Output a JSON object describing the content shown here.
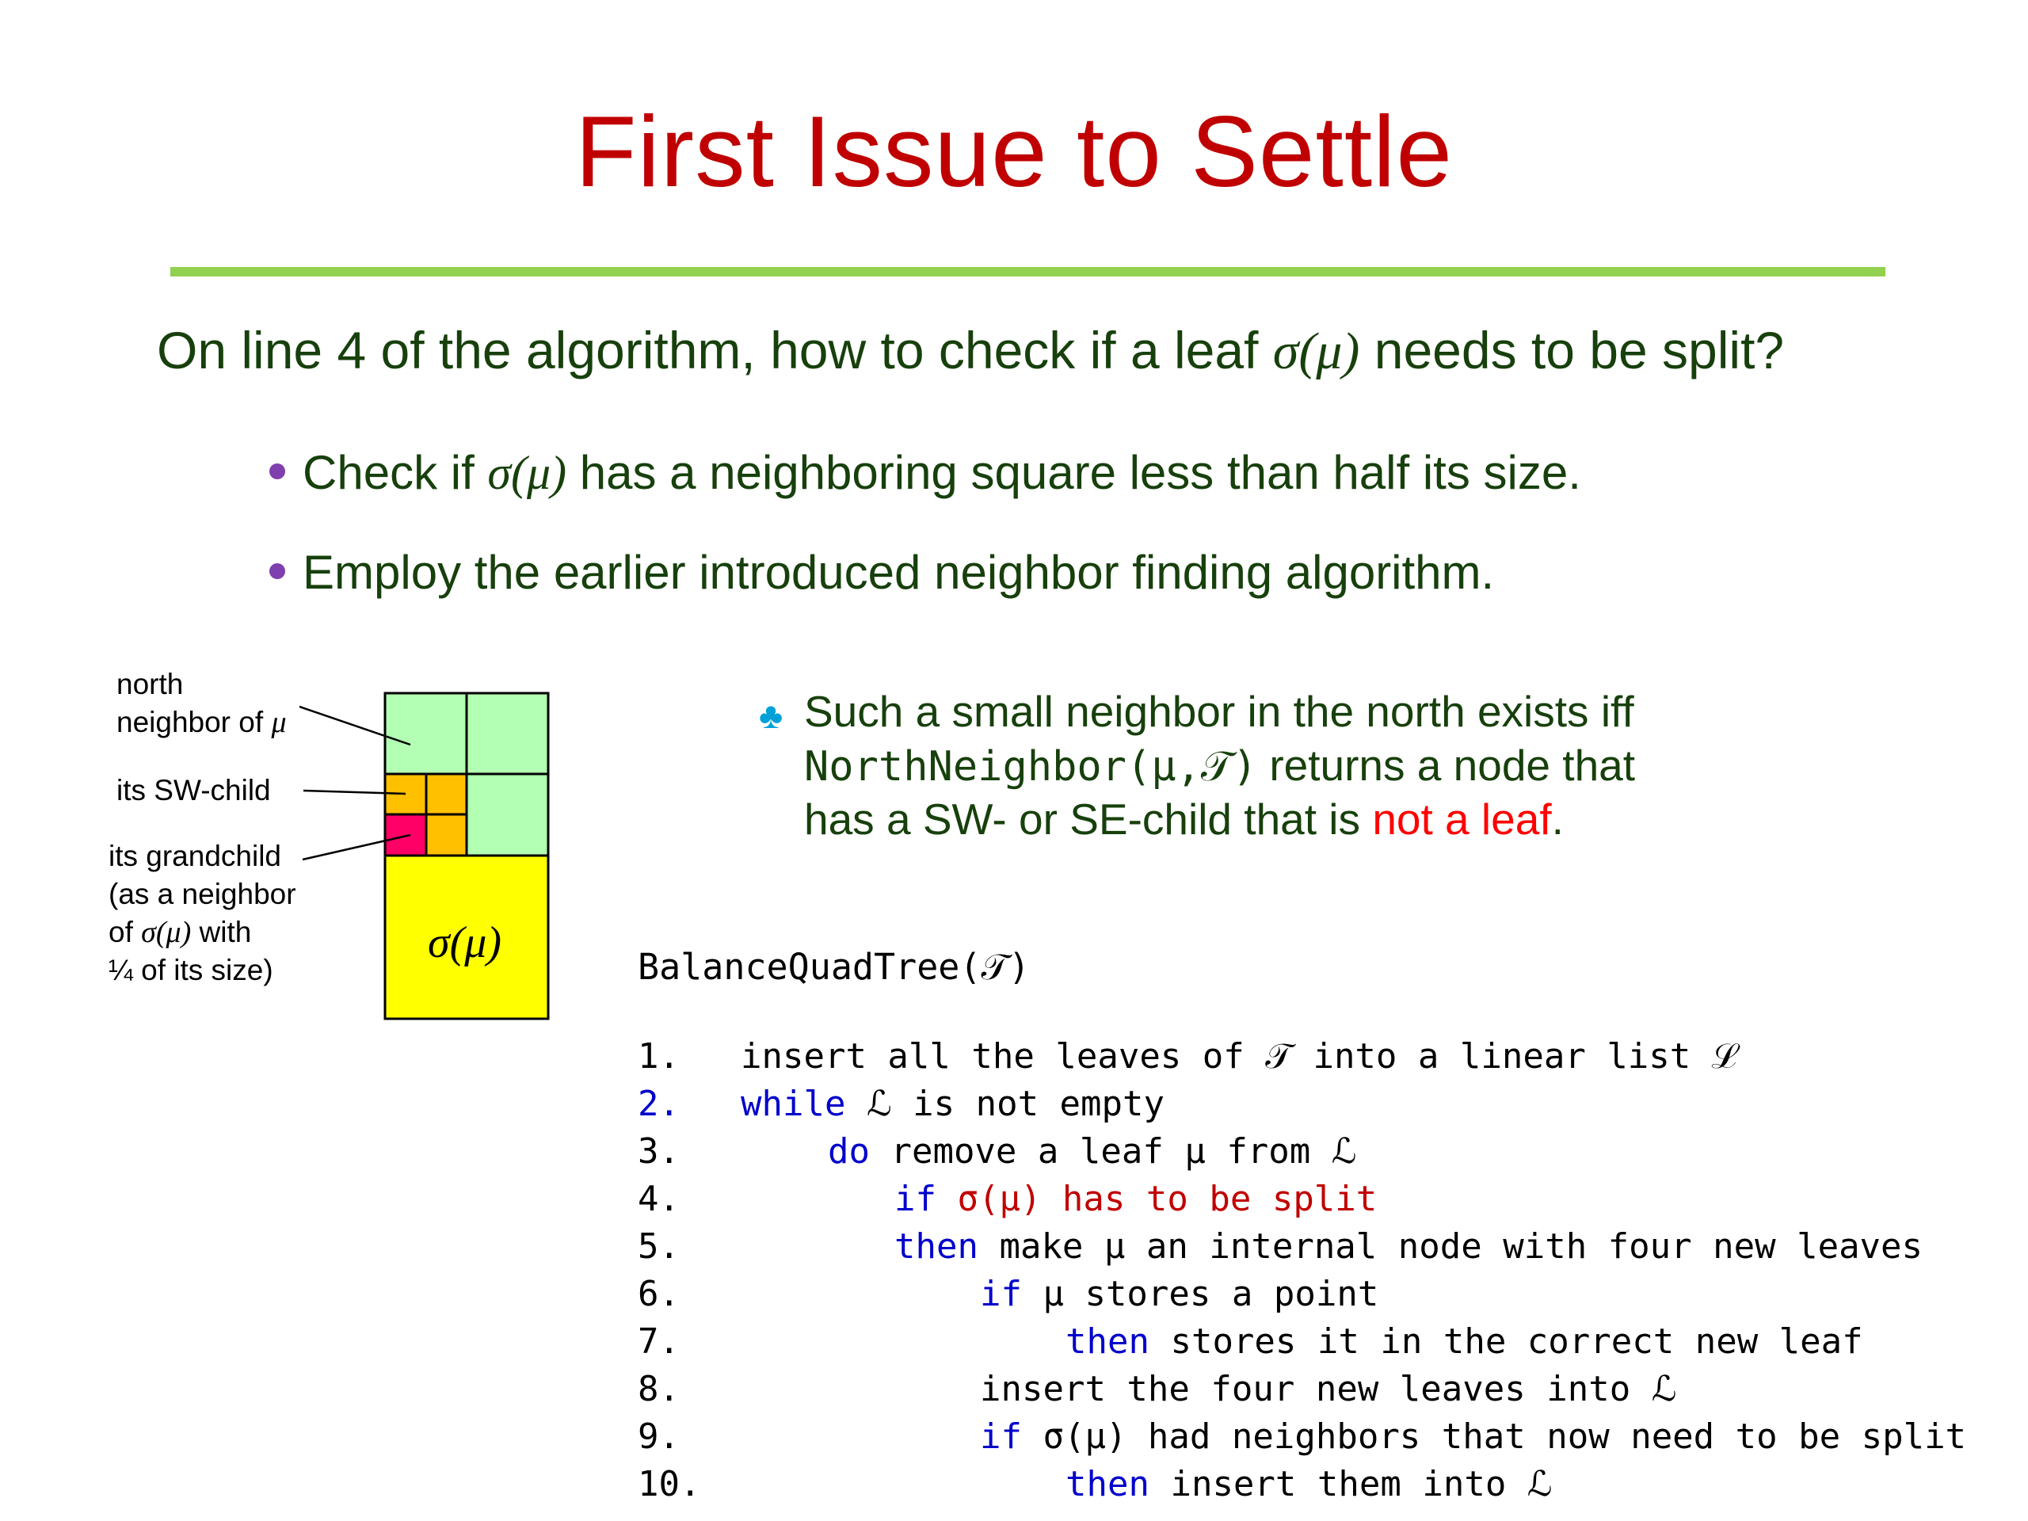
{
  "slide": {
    "title": "First Issue to Settle",
    "question": {
      "before": "On line 4 of the algorithm, how to check if a leaf ",
      "math": "σ(μ)",
      "after": " needs to be split?"
    },
    "bullets": [
      {
        "before": "Check if ",
        "math": "σ(μ)",
        "after": " has a neighboring square less than half its size."
      },
      {
        "before": "Employ the earlier introduced neighbor finding algorithm.",
        "math": "",
        "after": ""
      }
    ]
  },
  "figure": {
    "labels": {
      "north_line1": "north",
      "north_line2": "neighbor of ",
      "north_math": "μ",
      "sw_child": "its SW-child",
      "grand_line1": "its grandchild",
      "grand_line2": "(as a neighbor",
      "grand_line3_before": "of ",
      "grand_line3_math": "σ(μ)",
      "grand_line3_after": " with",
      "grand_line4": "¼ of its size)",
      "square_math": "σ(μ)"
    },
    "colors": {
      "light_green": "#b3ffb3",
      "orange": "#ffc000",
      "magenta": "#ff0066",
      "yellow": "#ffff00"
    }
  },
  "note": {
    "line1": "Such a small neighbor in the north exists iff",
    "line2_code": "NorthNeighbor(μ,𝒯)",
    "line2_rest": " returns a node that",
    "line3_before": "has a SW- or SE-child that is ",
    "line3_red": "not a leaf",
    "line3_after": "."
  },
  "algorithm": {
    "name": "BalanceQuadTree(𝒯)",
    "lines": [
      {
        "num": "1.",
        "kw": "",
        "text": "insert all the leaves of 𝒯 into a linear list ℒ",
        "em": ""
      },
      {
        "num": "2.",
        "kw": "while",
        "text": " ℒ is not empty",
        "em": ""
      },
      {
        "num": "3.",
        "kw": "do",
        "text": " remove a leaf μ from ℒ",
        "em": ""
      },
      {
        "num": "4.",
        "kw": "if",
        "text": "",
        "em": " σ(μ) has to be split"
      },
      {
        "num": "5.",
        "kw": "then",
        "text": " make μ an internal node with four new leaves",
        "em": ""
      },
      {
        "num": "6.",
        "kw": "if",
        "text": " μ stores a point",
        "em": ""
      },
      {
        "num": "7.",
        "kw": "then",
        "text": " stores it in the correct new leaf",
        "em": ""
      },
      {
        "num": "8.",
        "kw": "",
        "text": "insert the four new leaves into ℒ",
        "em": ""
      },
      {
        "num": "9.",
        "kw": "if",
        "text": " σ(μ) had neighbors that now need to be split",
        "em": ""
      },
      {
        "num": "10.",
        "kw": "then",
        "text": " insert them into ℒ",
        "em": ""
      }
    ]
  }
}
